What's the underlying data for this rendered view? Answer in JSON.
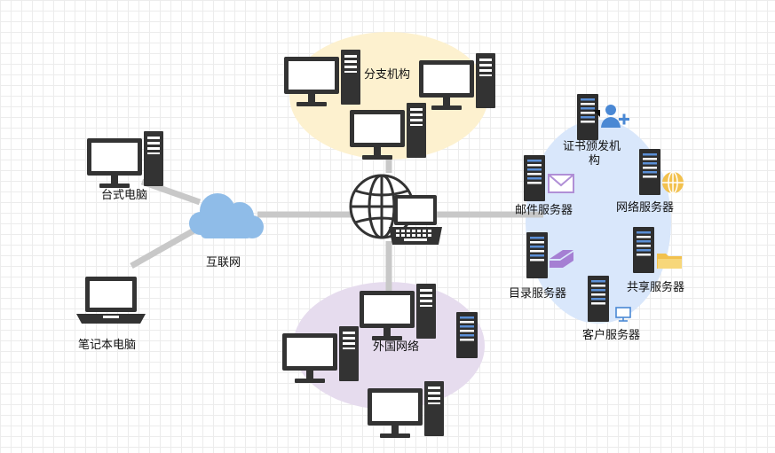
{
  "nodes": {
    "branch": "分支机构",
    "desktop": "台式电脑",
    "internet": "互联网",
    "laptop": "笔记本电脑",
    "foreign": "外国网络",
    "cert": [
      "证书颁发机",
      "构"
    ],
    "mail": "邮件服务器",
    "network": "网络服务器",
    "directory": "目录服务器",
    "share": "共享服务器",
    "client": "客户服务器"
  },
  "colors": {
    "branch_zone": "#fdf1cf",
    "foreign_zone": "#e6dcee",
    "server_zone": "#d9e7fb",
    "links": "#c8c8c8",
    "cloud": "#8fbce8",
    "device": "#333333"
  },
  "icons": [
    "monitor-icon",
    "tower-icon",
    "server-rack-icon",
    "cloud-icon",
    "globe-icon",
    "laptop-icon",
    "mail-icon",
    "user-add-icon",
    "folder-icon",
    "directory-icon"
  ]
}
